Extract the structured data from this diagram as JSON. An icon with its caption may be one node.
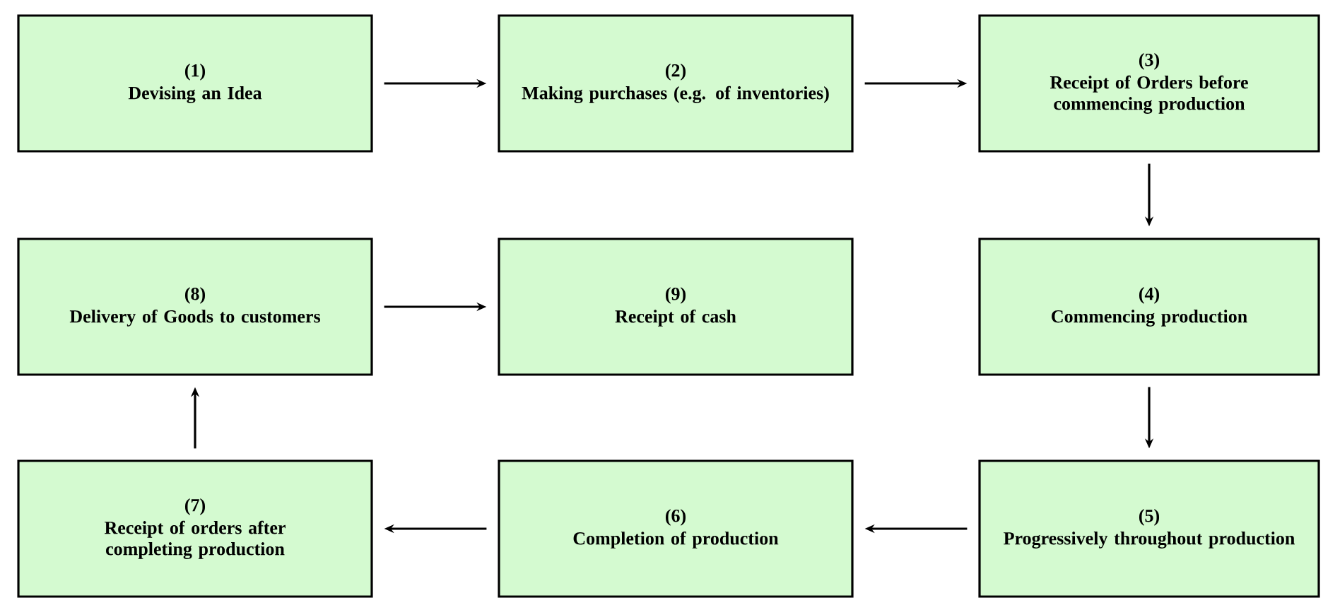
{
  "diagram": {
    "nodes": [
      {
        "text": [
          "(1)",
          "Devising an Idea"
        ]
      },
      {
        "text": [
          "(2)",
          "Making purchases (e.g. of inventories)"
        ]
      },
      {
        "text": [
          "(3)",
          "Receipt of Orders before commencing production"
        ]
      },
      {
        "text": [
          "(8)",
          "Delivery of Goods to customers"
        ]
      },
      {
        "text": [
          "(9)",
          "Receipt of cash"
        ]
      },
      {
        "text": [
          "(4)",
          "Commencing production"
        ]
      },
      {
        "text": [
          "(7)",
          "Receipt of orders after completing production"
        ]
      },
      {
        "text": [
          "(6)",
          "Completion of production"
        ]
      },
      {
        "text": [
          "(5)",
          "Progressively throughout production"
        ]
      }
    ],
    "edges": [
      {
        "from": 0,
        "to": 1,
        "arrow": "to"
      },
      {
        "from": 1,
        "to": 2,
        "arrow": "to"
      },
      {
        "from": 2,
        "to": 5,
        "arrow": "to"
      },
      {
        "from": 5,
        "to": 8,
        "arrow": "to"
      },
      {
        "from": 8,
        "to": 7,
        "arrow": "to"
      },
      {
        "from": 7,
        "to": 6,
        "arrow": "to"
      },
      {
        "from": 6,
        "to": 3,
        "arrow": "to"
      },
      {
        "from": 3,
        "to": 4,
        "arrow": "to"
      }
    ]
  }
}
